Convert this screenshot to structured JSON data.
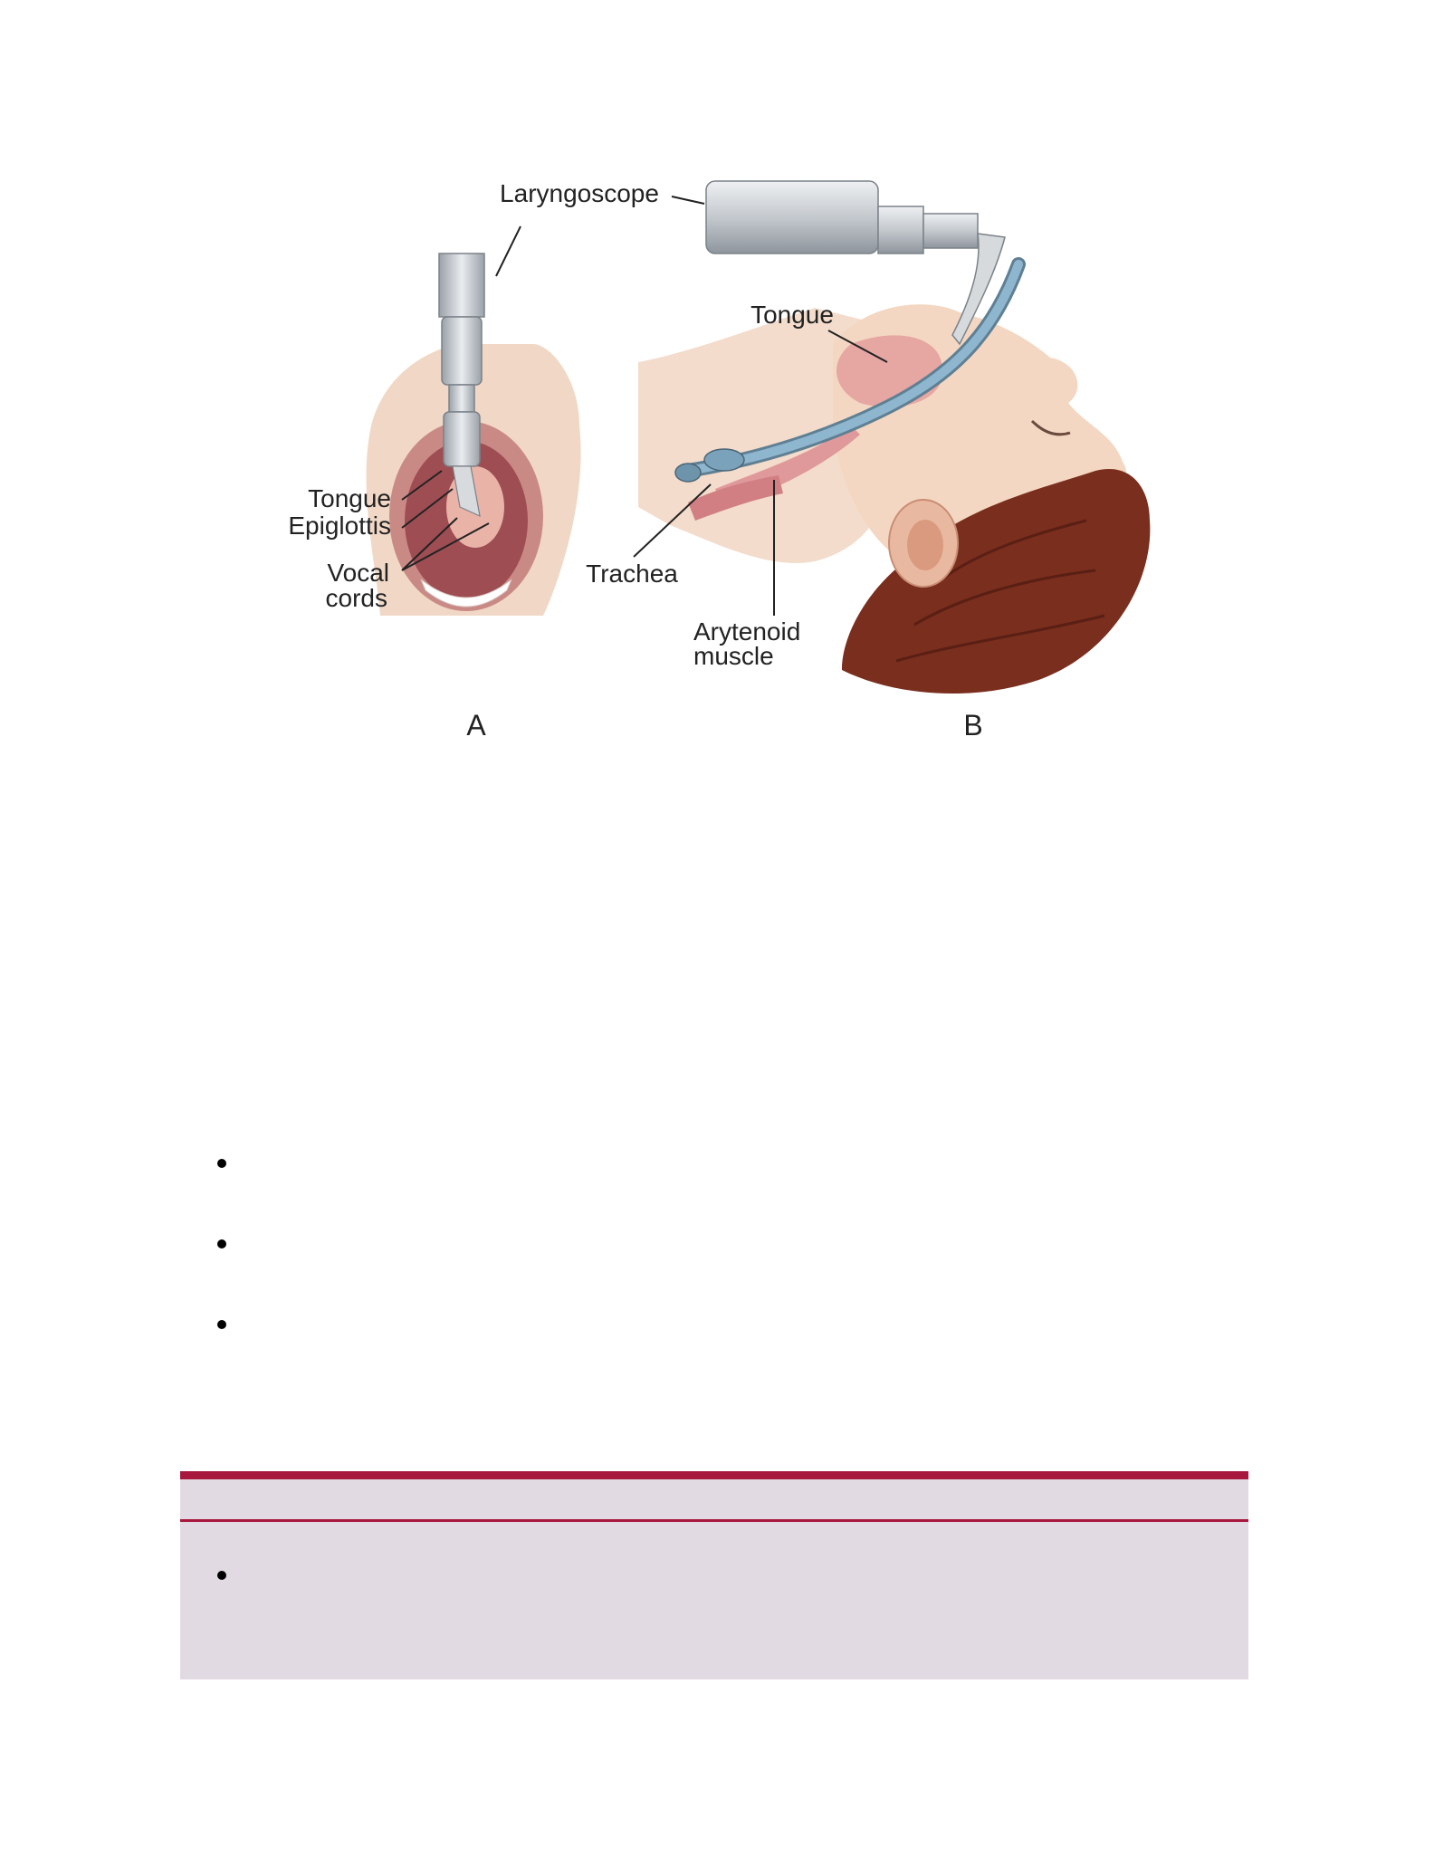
{
  "figure": {
    "panel_a": {
      "letter": "A",
      "labels": {
        "tongue": "Tongue",
        "epiglottis": "Epiglottis",
        "vocal_line1": "Vocal",
        "vocal_line2": "cords"
      }
    },
    "panel_b": {
      "letter": "B",
      "labels": {
        "laryngoscope": "Laryngoscope",
        "tongue": "Tongue",
        "trachea": "Trachea",
        "arytenoid_line1": "Arytenoid",
        "arytenoid_line2": "muscle"
      }
    },
    "colors": {
      "skin": "#f1d2bc",
      "mouth": "#d98b8b",
      "hair": "#7a2e1e",
      "tube": "#8eb6cf",
      "scope": "#c9ced3"
    }
  },
  "list": {
    "bullet_count": 3
  },
  "callout": {
    "accent_color": "#a8173e",
    "background_color": "#e1dae2",
    "bullet_count": 1
  }
}
